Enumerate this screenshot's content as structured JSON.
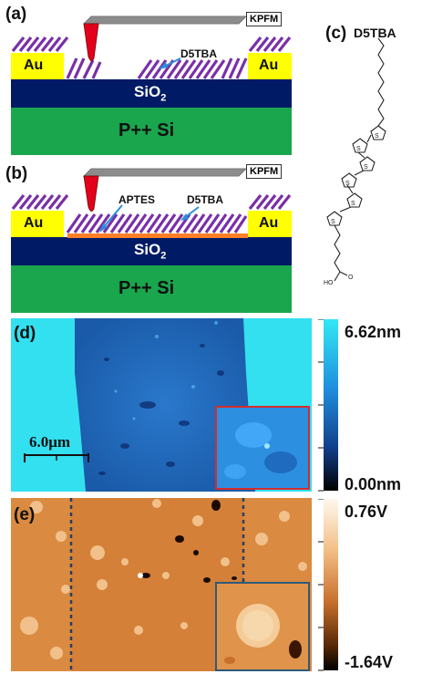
{
  "panels": {
    "a": {
      "label": "(a)",
      "kpfm": "KPFM",
      "molecule_label": "D5TBA",
      "electrode": "Au",
      "oxide": "SiO",
      "oxide_sub": "2",
      "substrate": "P++ Si"
    },
    "b": {
      "label": "(b)",
      "kpfm": "KPFM",
      "aptes_label": "APTES",
      "molecule_label": "D5TBA",
      "electrode": "Au",
      "oxide": "SiO",
      "oxide_sub": "2",
      "substrate": "P++ Si"
    },
    "c": {
      "label": "(c)",
      "title": "D5TBA",
      "s_atom": "S",
      "ho_label": "HO",
      "o_label": "O"
    },
    "d": {
      "label": "(d)",
      "scale_bar": "6.0μm",
      "cbar_max": "6.62nm",
      "cbar_min": "0.00nm"
    },
    "e": {
      "label": "(e)",
      "cbar_max": "0.76V",
      "cbar_min": "-1.64V"
    }
  },
  "colors": {
    "electrode": "#ffff00",
    "oxide": "#001a66",
    "substrate": "#1aa64d",
    "molecules": "#7a2fa8",
    "tip": "#e3001b",
    "cantilever": "#8c8c8c",
    "arrow": "#2a8fd6",
    "aptes": "#ff7f27",
    "afm_bg": "#33e0f0",
    "afm_channel": "#1e6fc2",
    "kpfm_base": "#d9863d",
    "inset_d_border": "#d22d2d",
    "inset_e_border": "#2e5a7a"
  }
}
